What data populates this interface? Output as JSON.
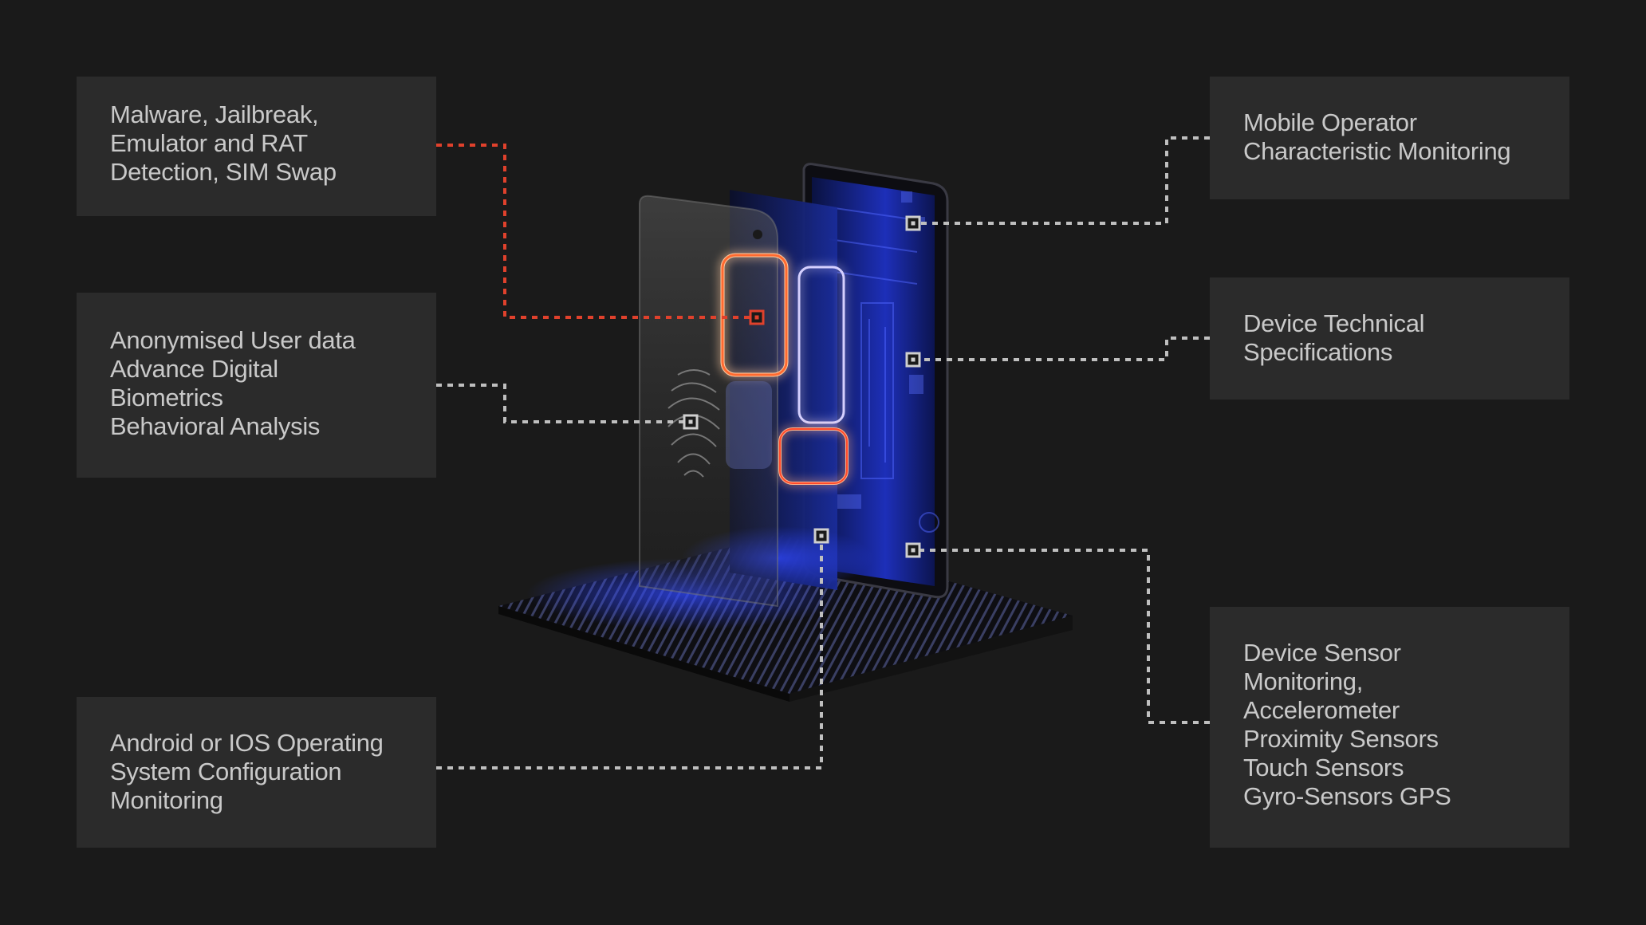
{
  "cards": [
    {
      "lines": [
        "Malware, Jailbreak,",
        "Emulator and RAT",
        "Detection, SIM Swap"
      ]
    },
    {
      "lines": [
        "Anonymised User data",
        "Advance Digital",
        "Biometrics",
        "Behavioral Analysis"
      ]
    },
    {
      "lines": [
        "Android or IOS Operating",
        "System Configuration",
        "Monitoring"
      ]
    },
    {
      "lines": [
        "Mobile Operator",
        "Characteristic Monitoring"
      ]
    },
    {
      "lines": [
        "Device Technical",
        "Specifications"
      ]
    },
    {
      "lines": [
        "Device Sensor",
        "Monitoring,",
        "Accelerometer",
        "Proximity Sensors",
        "Touch Sensors",
        "Gyro-Sensors GPS"
      ]
    }
  ],
  "colors": {
    "background": "#1a1a1a",
    "card": "#2b2b2b",
    "text": "#c9c9c9",
    "connector": "#bfbfbf",
    "connector_accent": "#e0412c",
    "glow_orange": "#ff7a3a",
    "glow_blue": "#2a3cff"
  },
  "icons": [
    "phone-illustration-icon",
    "fingerprint-icon",
    "node-marker-icon"
  ]
}
